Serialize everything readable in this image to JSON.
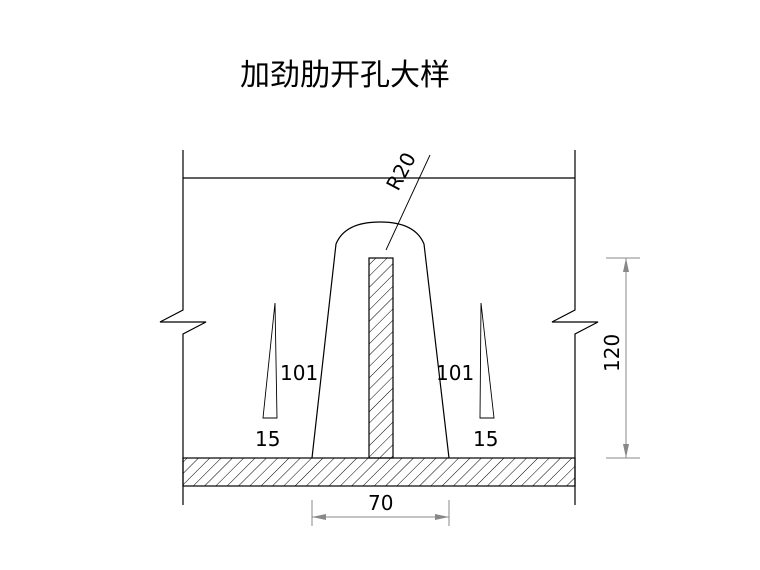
{
  "title": "加劲肋开孔大样",
  "labels": {
    "radius": "R20",
    "slope_left": "101",
    "slope_right": "101",
    "base_left": "15",
    "base_right": "15",
    "width": "70",
    "height": "120"
  },
  "colors": {
    "line": "#000000",
    "dimension": "#888888",
    "background": "#ffffff"
  }
}
